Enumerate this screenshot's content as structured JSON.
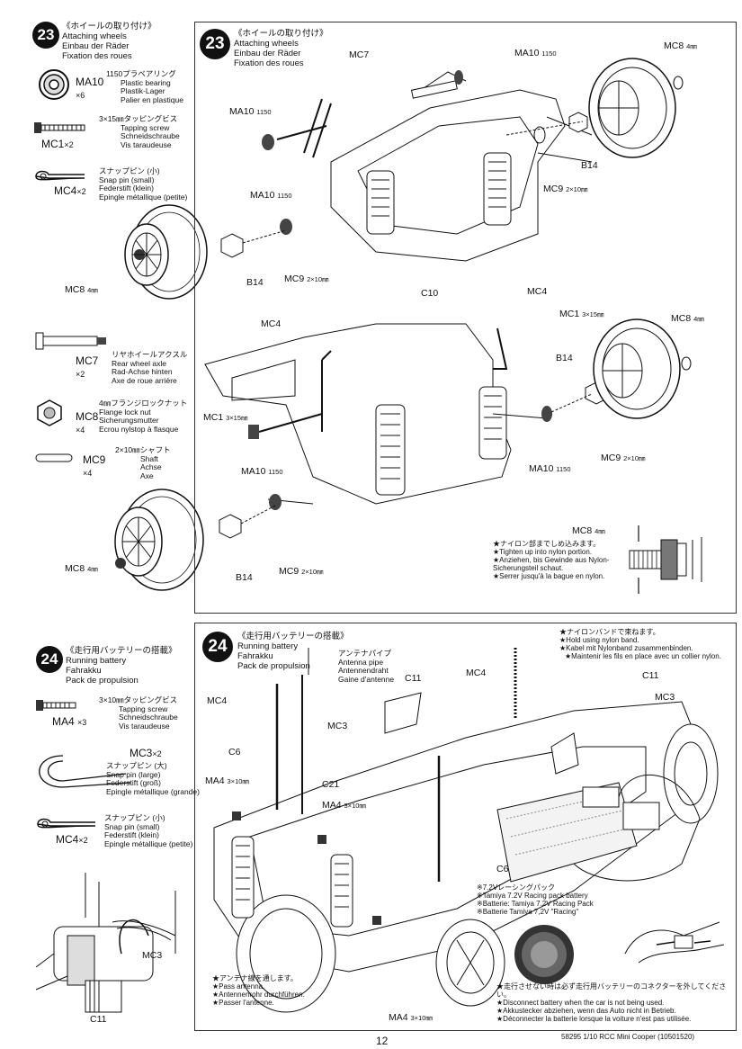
{
  "step23": {
    "number": "23",
    "title_jp": "《ホイールの取り付け》",
    "title_en": "Attaching wheels",
    "title_de": "Einbau der Räder",
    "title_fr": "Fixation des roues"
  },
  "parts23": {
    "ma10": {
      "code": "MA10",
      "qty": "×6",
      "name_jp": "1150プラベアリング",
      "en": "Plastic bearing",
      "de": "Plastik-Lager",
      "fr": "Palier en plastique"
    },
    "mc1": {
      "code": "MC1",
      "qty": "×2",
      "name_jp": "3×15㎜タッピングビス",
      "en": "Tapping screw",
      "de": "Schneidschraube",
      "fr": "Vis taraudeuse"
    },
    "mc4": {
      "code": "MC4",
      "qty": "×2",
      "name_jp": "スナップピン (小)",
      "en": "Snap pin (small)",
      "de": "Federstift (klein)",
      "fr": "Epingle métallique (petite)"
    },
    "mc7": {
      "code": "MC7",
      "qty": "×2",
      "name_jp": "リヤホイールアクスル",
      "en": "Rear wheel axle",
      "de": "Rad-Achse hinten",
      "fr": "Axe de roue arrière"
    },
    "mc8": {
      "code": "MC8",
      "qty": "×4",
      "name_jp": "4㎜フランジロックナット",
      "en": "Flange lock nut",
      "de": "Sicherungsmutter",
      "fr": "Ecrou nylstop à flasque"
    },
    "mc9": {
      "code": "MC9",
      "qty": "×4",
      "name_jp": "2×10㎜シャフト",
      "en": "Shaft",
      "de": "Achse",
      "fr": "Axe"
    },
    "mc8_wheel": {
      "code": "MC8",
      "unit": "4㎜"
    }
  },
  "diagram23": {
    "labels": {
      "mc7": "MC7",
      "ma10_top": "MA10",
      "ma10_1150": "1150",
      "mc8": "MC8",
      "mm4": "4㎜",
      "b14": "B14",
      "mc9": "MC9",
      "mc9_size": "2×10㎜",
      "c10": "C10",
      "mc4": "MC4",
      "mc1": "MC1",
      "mc1_size": "3×15㎜"
    },
    "note": {
      "jp": "★ナイロン部までしめ込みます。",
      "en": "★Tighten up into nylon portion.",
      "de": "★Anziehen, bis Gewinde aus Nylon-Sicherungsteil schaut.",
      "fr": "★Serrer jusqu'à la bague en nylon."
    }
  },
  "step24": {
    "number": "24",
    "title_jp": "《走行用バッテリーの搭載》",
    "title_en": "Running battery",
    "title_de": "Fahrakku",
    "title_fr": "Pack de propulsion"
  },
  "parts24": {
    "ma4": {
      "code": "MA4",
      "qty": "×3",
      "name_jp": "3×10㎜タッピングビス",
      "en": "Tapping screw",
      "de": "Schneidschraube",
      "fr": "Vis taraudeuse"
    },
    "mc3": {
      "code": "MC3",
      "qty": "×2",
      "name_jp": "スナップピン (大)",
      "en": "Snap pin (large)",
      "de": "Federstift (groß)",
      "fr": "Epingle métallique (grande)"
    },
    "mc4": {
      "code": "MC4",
      "qty": "×2",
      "name_jp": "スナップピン (小)",
      "en": "Snap pin (small)",
      "de": "Federstift (klein)",
      "fr": "Epingle métallique (petite)"
    }
  },
  "diagram24": {
    "antenna": {
      "jp": "アンテナパイプ",
      "en": "Antenna pipe",
      "de": "Antennendraht",
      "fr": "Gaine d'antenne"
    },
    "labels": {
      "mc4": "MC4",
      "c6": "C6",
      "ma4": "MA4",
      "ma4_size": "3×10㎜",
      "c21": "C21",
      "mc3": "MC3",
      "c11": "C11"
    },
    "nylon_band": {
      "jp": "★ナイロンバンドで束ねます。",
      "en": "★Hold using nylon band.",
      "de": "★Kabel mit Nylonband zusammenbinden.",
      "fr": "★Maintenir les fils en place avec un collier nylon."
    },
    "battery": {
      "jp": "※7.2Vレーシングパック",
      "en": "※Tamiya 7.2V Racing pack battery",
      "de": "※Batterie: Tamiya 7.2V Racing Pack",
      "fr": "※Batterie Tamiya 7,2V \"Racing\""
    },
    "antenna_pass": {
      "jp": "★アンテナ線を通します。",
      "en": "★Pass antenna.",
      "de": "★Antennenrohr durchführen.",
      "fr": "★Passer l'antenne."
    },
    "disconnect": {
      "jp": "★走行させない時は必ず走行用バッテリーのコネクターを外してください。",
      "en": "★Disconnect battery when the car is not being used.",
      "de": "★Akkustecker abziehen, wenn das Auto nicht in Betrieb.",
      "fr": "★Déconnecter la batterie lorsque la voiture n'est pas utilisée."
    }
  },
  "footer": {
    "page": "12",
    "code": "58295 1/10 RCC Mini Cooper (10501520)"
  }
}
